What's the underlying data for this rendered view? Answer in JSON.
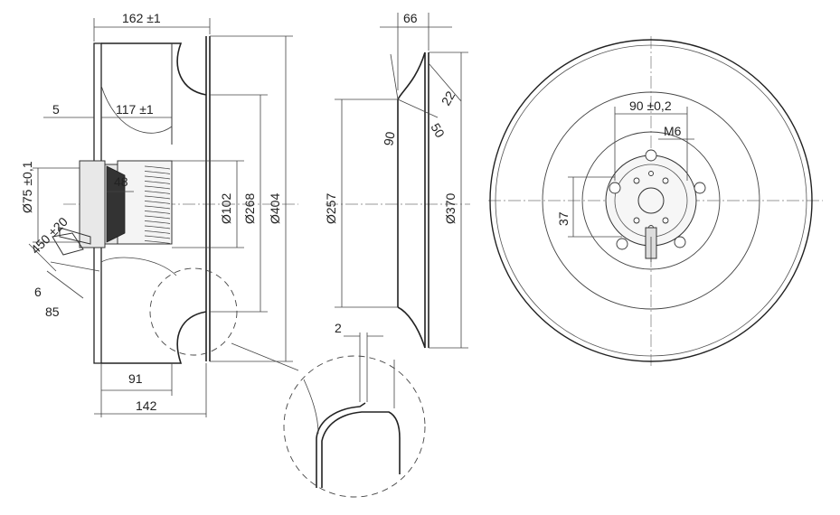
{
  "drawing": {
    "dimensions": {
      "width_162": "162 ±1",
      "offset_5": "5",
      "depth_117": "117 ±1",
      "dia_75": "Ø75 ±0,1",
      "cable_450": "450 ±20",
      "len_6": "6",
      "len_85": "85",
      "hub_48": "48",
      "dia_102": "Ø102",
      "dia_268": "Ø268",
      "dia_404": "Ø404",
      "len_91": "91",
      "len_142": "142",
      "width_66": "66",
      "angle_90": "90",
      "angle_50": "50",
      "angle_22": "22",
      "dia_257": "Ø257",
      "dia_370": "Ø370",
      "detail_2": "2",
      "pitch_90": "90 ±0,2",
      "thread_m6": "M6",
      "len_37": "37"
    }
  }
}
